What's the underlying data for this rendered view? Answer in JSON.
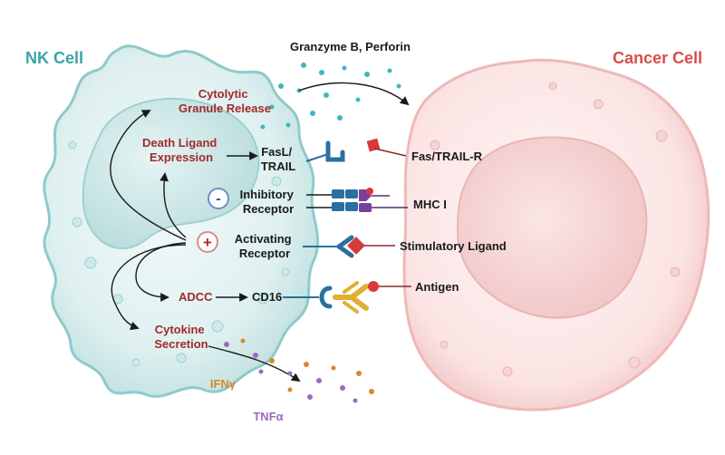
{
  "cells": {
    "nk": {
      "title": "NK Cell"
    },
    "cancer": {
      "title": "Cancer Cell"
    }
  },
  "mechanisms": {
    "cytolytic": [
      "Cytolytic",
      "Granule Release"
    ],
    "death_ligand": [
      "Death Ligand",
      "Expression"
    ],
    "adcc": "ADCC",
    "cytokine": [
      "Cytokine",
      "Secretion"
    ]
  },
  "labels": {
    "granzyme": "Granzyme B, Perforin",
    "fasl": [
      "FasL/",
      "TRAIL"
    ],
    "inhibitory": [
      "Inhibitory",
      "Receptor"
    ],
    "activating": [
      "Activating",
      "Receptor"
    ],
    "cd16": "CD16",
    "fas_trail_r": "Fas/TRAIL-R",
    "mhc": "MHC I",
    "stim_ligand": "Stimulatory Ligand",
    "antigen": "Antigen",
    "ifn": "IFNγ",
    "tnf": "TNFα"
  },
  "signs": {
    "minus": "-",
    "plus": "+"
  },
  "colors": {
    "nk_title": "#3aa3a8",
    "cancer_title": "#d94b4b",
    "mechanism_text": "#a12a2a",
    "receptor_blue": "#2a6fa0",
    "ligand_red": "#d63a3a",
    "mhc_purple": "#7b3f9e",
    "antibody_gold": "#e0b030",
    "ifn_orange": "#d4892a",
    "tnf_purple": "#9a6cc0"
  }
}
